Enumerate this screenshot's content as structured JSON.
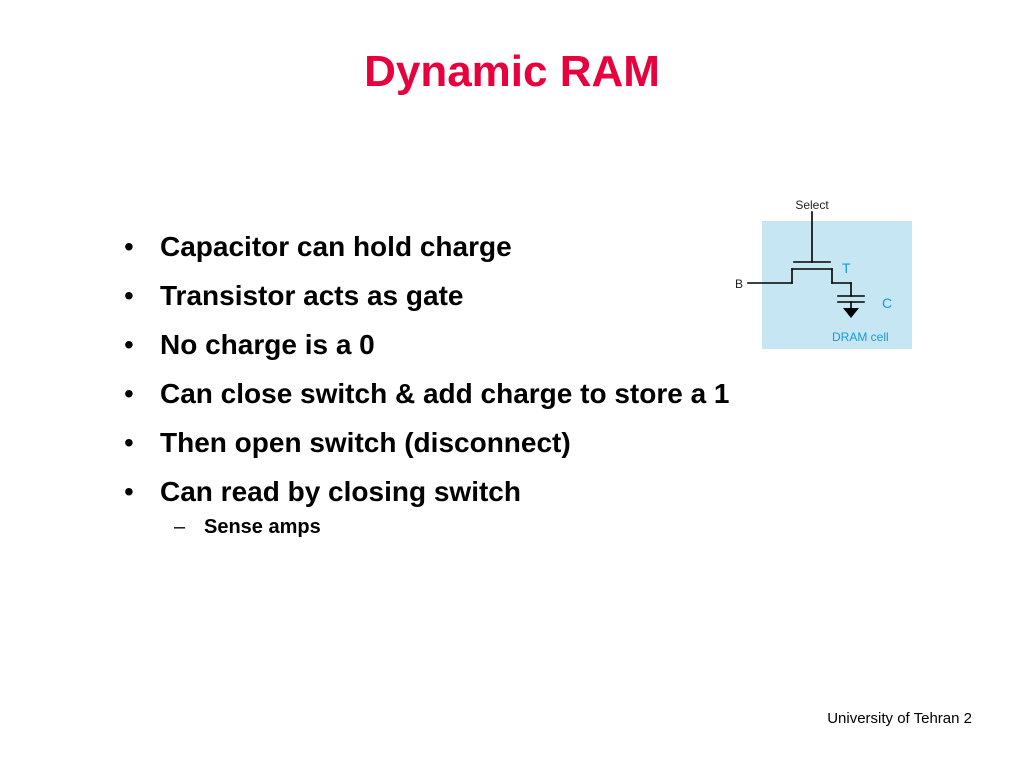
{
  "slide": {
    "title": "Dynamic RAM",
    "bullets": [
      "Capacitor can hold charge",
      "Transistor acts as gate",
      "No charge is a 0",
      "Can close switch & add charge to store a 1",
      "Then open switch (disconnect)",
      "Can read by closing switch"
    ],
    "sub_bullets": [
      "Sense amps"
    ],
    "bullet_marker": "•",
    "sub_bullet_marker": "–",
    "footer": "University of Tehran 2"
  },
  "diagram": {
    "select_label": "Select",
    "b_label": "B",
    "t_label": "T",
    "c_label": "C",
    "caption_bold": "DRAM",
    "caption_rest": " cell",
    "background_color": "#c6e6f3",
    "label_color": "#1a9ad6",
    "wire_color": "#000000"
  },
  "colors": {
    "title": "#e8003d",
    "text": "#000000",
    "background": "#ffffff"
  }
}
